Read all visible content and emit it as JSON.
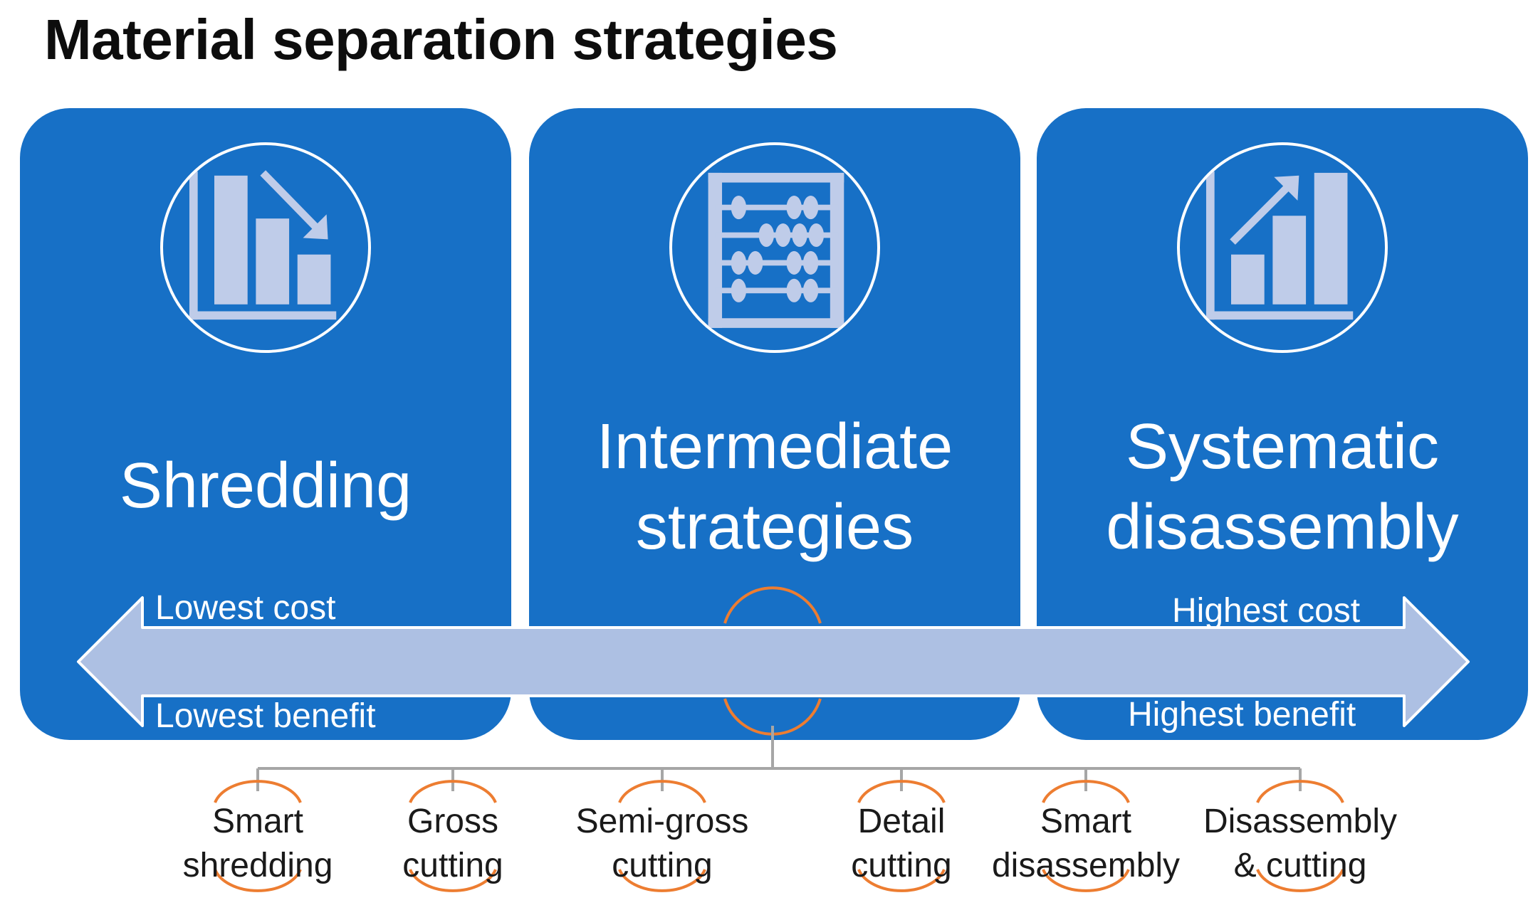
{
  "title": "Material separation strategies",
  "colors": {
    "panel": "#1770c6",
    "arrow": "#adc0e3",
    "icon": "#bfcce9",
    "orange": "#ed7d31",
    "tree_line": "#a6a6a6",
    "text_dark": "#0d0d0d",
    "text_light": "#ffffff"
  },
  "panels": [
    {
      "icon": "bar-chart-decreasing-icon",
      "lines": [
        "Shredding"
      ]
    },
    {
      "icon": "abacus-icon",
      "lines": [
        "Intermediate",
        "strategies"
      ]
    },
    {
      "icon": "bar-chart-increasing-icon",
      "lines": [
        "Systematic",
        "disassembly"
      ]
    }
  ],
  "arrow": {
    "left_top": "Lowest cost",
    "left_bottom": "Lowest benefit",
    "right_top": "Highest cost",
    "right_bottom": "Highest benefit"
  },
  "sub_strategies": [
    {
      "line1": "Smart",
      "line2": "shredding"
    },
    {
      "line1": "Gross",
      "line2": "cutting"
    },
    {
      "line1": "Semi-gross",
      "line2": "cutting"
    },
    {
      "line1": "Detail",
      "line2": "cutting"
    },
    {
      "line1": "Smart",
      "line2": "disassembly"
    },
    {
      "line1": "Disassembly",
      "line2": "& cutting"
    }
  ]
}
